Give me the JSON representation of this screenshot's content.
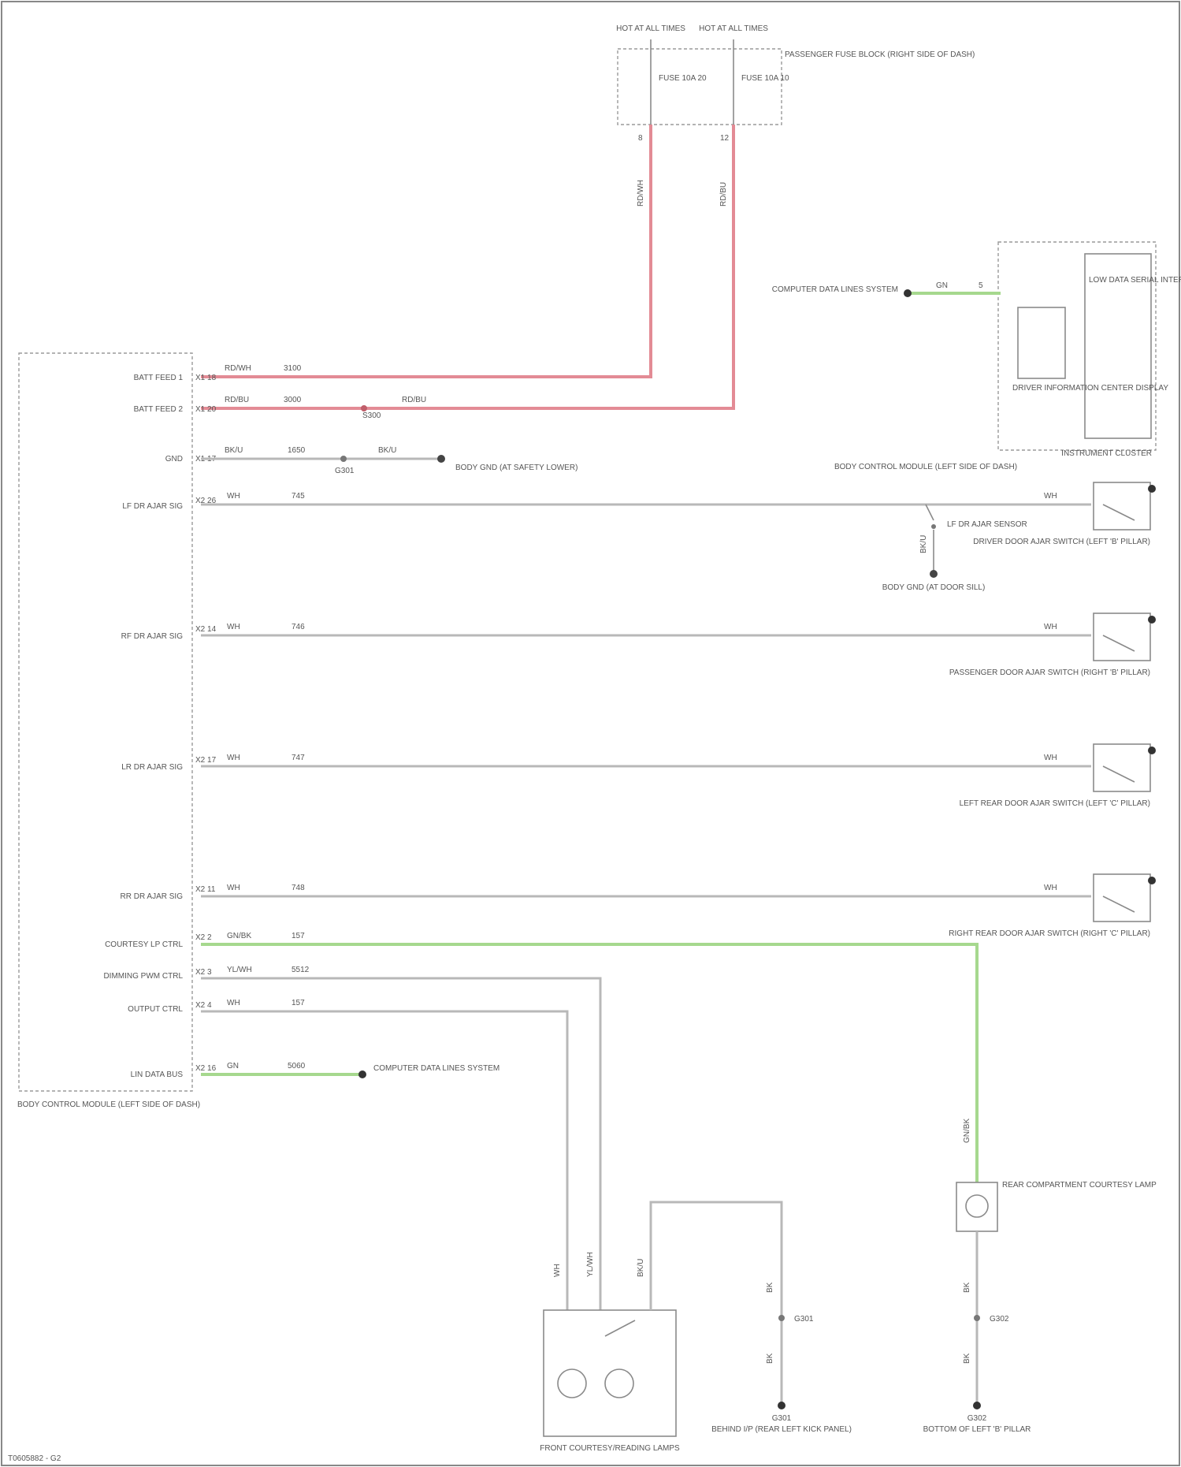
{
  "diagram": {
    "footer_code": "T0605882 - G2",
    "fuse_block": {
      "hot_labels": [
        "HOT AT ALL TIMES",
        "HOT AT ALL TIMES"
      ],
      "fuses": [
        "FUSE 10A 20",
        "FUSE 10A 10"
      ],
      "name": "PASSENGER FUSE BLOCK (RIGHT SIDE OF DASH)",
      "pins": [
        "8",
        "12"
      ]
    },
    "wires": {
      "red1_vertical": "RD/WH",
      "red2_vertical": "RD/BU",
      "red1": [
        "RD/WH",
        "3100"
      ],
      "red2": [
        "RD/BU",
        "3000",
        "RD/BU",
        "S300"
      ],
      "ground": [
        "BK/U",
        "1650",
        "BK/U"
      ],
      "door1": [
        "WH",
        "745"
      ],
      "door2": [
        "WH",
        "746"
      ],
      "door3": [
        "WH",
        "747"
      ],
      "door4": [
        "WH",
        "748"
      ],
      "courtesy": [
        "GN/BK",
        "157"
      ],
      "dimmer": [
        "YL/WH",
        "5512"
      ],
      "output": [
        "WH",
        "157"
      ],
      "lin": [
        "GN",
        "5060"
      ],
      "cluster": [
        "GN",
        "5"
      ],
      "dome_up": "GN/BK",
      "lamp_col1": "WH",
      "lamp_col2": "YL/WH",
      "lamp_col3": "BK/U",
      "lamp_gnd1": [
        "BK",
        "G301",
        "BK"
      ],
      "lamp_gnd2": [
        "BK",
        "G302",
        "BK"
      ],
      "sensor_gnd": "BK/U",
      "door_right": "WH"
    },
    "bcm": {
      "name": "BODY CONTROL MODULE (LEFT SIDE OF DASH)",
      "pins": [
        {
          "label": "BATT FEED 1",
          "num": "X1 18"
        },
        {
          "label": "BATT FEED 2",
          "num": "X1 20"
        },
        {
          "label": "GND",
          "num": "X1 17"
        },
        {
          "label": "LF DR AJAR SIG",
          "num": "X2 26"
        },
        {
          "label": "RF DR AJAR SIG",
          "num": "X2 14"
        },
        {
          "label": "LR DR AJAR SIG",
          "num": "X2 17"
        },
        {
          "label": "RR DR AJAR SIG",
          "num": "X2 11"
        },
        {
          "label": "COURTESY LP CTRL",
          "num": "X2 2"
        },
        {
          "label": "DIMMING PWM CTRL",
          "num": "X2 3"
        },
        {
          "label": "OUTPUT CTRL",
          "num": "X2 4"
        },
        {
          "label": "LIN DATA BUS",
          "num": "X2 16"
        }
      ]
    },
    "ground_gnd1": [
      "G301",
      "BODY GND (AT SAFETY LOWER)"
    ],
    "lin_ref1": "COMPUTER DATA LINES SYSTEM",
    "lin_ref2": "COMPUTER DATA LINES SYSTEM",
    "cluster": {
      "title": "INSTRUMENT CLUSTER",
      "inner": "DRIVER INFORMATION CENTER DISPLAY",
      "module": "LOW DATA SERIAL INTERFACE"
    },
    "sensor_ref": "BODY CONTROL MODULE (LEFT SIDE OF DASH)",
    "sensor": "LF DR AJAR SENSOR",
    "sensor_ground": "BODY GND (AT DOOR SILL)",
    "switches": [
      "DRIVER DOOR AJAR SWITCH (LEFT 'B' PILLAR)",
      "PASSENGER DOOR AJAR SWITCH (RIGHT 'B' PILLAR)",
      "LEFT REAR DOOR AJAR SWITCH (LEFT 'C' PILLAR)",
      "RIGHT REAR DOOR AJAR SWITCH (RIGHT 'C' PILLAR)"
    ],
    "dome_lamp": "REAR COMPARTMENT COURTESY LAMP",
    "roof_lamp": "FRONT COURTESY/READING LAMPS",
    "lamp_ground1": [
      "G301",
      "BEHIND I/P (REAR LEFT KICK PANEL)"
    ],
    "lamp_ground2": [
      "G302",
      "BOTTOM OF LEFT 'B' PILLAR"
    ]
  }
}
